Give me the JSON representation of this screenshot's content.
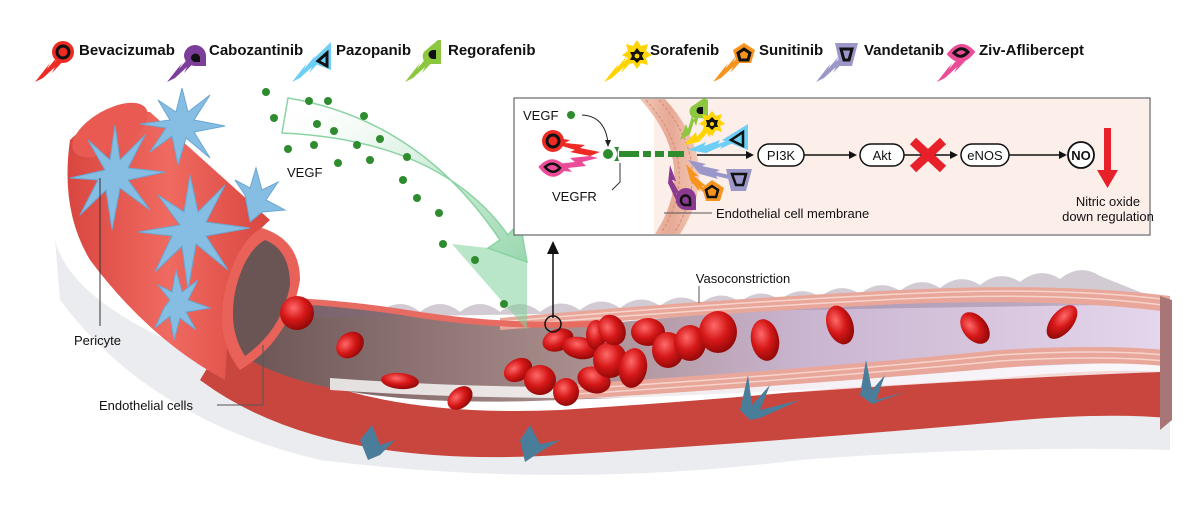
{
  "legend": {
    "items": [
      {
        "label": "Bevacizumab",
        "color": "#ee2a24",
        "shape": "circle"
      },
      {
        "label": "Cabozantinib",
        "color": "#7b3f99",
        "shape": "drop"
      },
      {
        "label": "Pazopanib",
        "color": "#6dcff6",
        "shape": "triangle"
      },
      {
        "label": "Regorafenib",
        "color": "#8dc63f",
        "shape": "half-circle"
      },
      {
        "label": "Sorafenib",
        "color": "#ffd400",
        "shape": "star"
      },
      {
        "label": "Sunitinib",
        "color": "#f7941d",
        "shape": "pentagon"
      },
      {
        "label": "Vandetanib",
        "color": "#9b97c9",
        "shape": "trapezoid"
      },
      {
        "label": "Ziv-Aflibercept",
        "color": "#ec4b98",
        "shape": "eye"
      }
    ]
  },
  "vessel_labels": {
    "vegf": "VEGF",
    "pericyte": "Pericyte",
    "endothelial_cells": "Endothelial cells",
    "vasoconstriction": "Vasoconstriction"
  },
  "inset": {
    "vegf_label": "VEGF",
    "vegfr_label": "VEGFR",
    "membrane_label": "Endothelial cell membrane",
    "pathway": [
      "PI3K",
      "Akt",
      "eNOS",
      "NO"
    ],
    "blocked_between": [
      "Akt",
      "eNOS"
    ],
    "outcome_line1": "Nitric oxide",
    "outcome_line2": "down regulation"
  },
  "colors": {
    "vegf_green": "#2e8b2e",
    "arrow_green": "#7fcf9a",
    "vessel_red": "#e0504a",
    "pericyte_blue": "#7fb6dc",
    "rbc_red": "#d01414",
    "block_red": "#e8202a",
    "inset_bg": "#fcefea"
  }
}
